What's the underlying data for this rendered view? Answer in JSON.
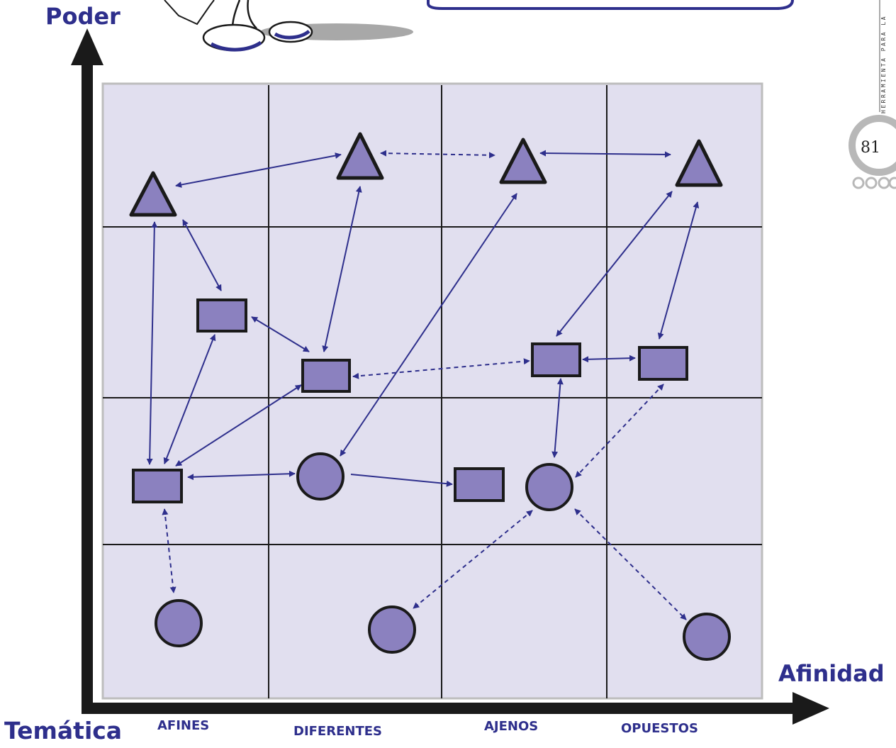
{
  "axes": {
    "y_label": "Poder",
    "x_label": "Temática",
    "right_label": "Afinidad"
  },
  "columns": [
    "AFINES",
    "DIFERENTES",
    "AJENOS",
    "OPUESTOS"
  ],
  "side_caption": "HERRAMIENTA PARA LA",
  "page_number": "81",
  "colors": {
    "accent": "#2e2f8c",
    "grid_fill": "#e1dfef",
    "node_fill": "#8b81bf",
    "outline": "#1a1a1a"
  },
  "legend_shapes": [
    "triangle",
    "rectangle",
    "circle"
  ]
}
